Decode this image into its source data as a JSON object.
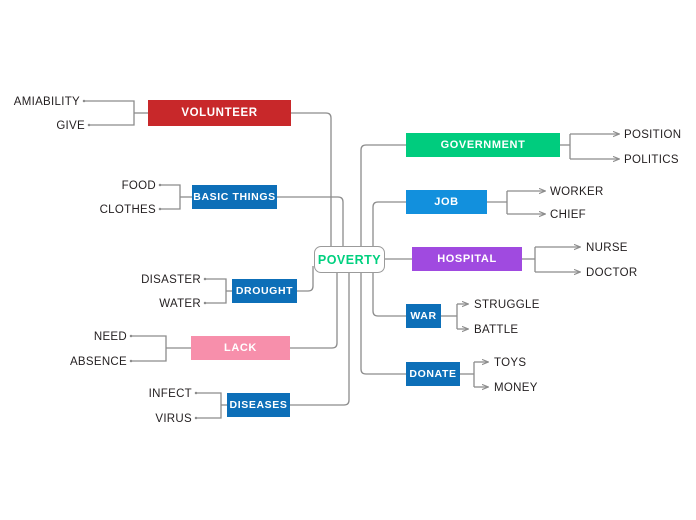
{
  "diagram": {
    "type": "mind-map",
    "center": {
      "label": "POVERTY",
      "text_color": "#00d07f",
      "fill": "#ffffff",
      "border_color": "#9b9b9b"
    },
    "connector_color": "#8c8c8c",
    "left_branches": [
      {
        "label": "VOLUNTEER",
        "fill": "#c8282a",
        "text_color": "#ffffff",
        "leaves": [
          "AMIABILITY",
          "GIVE"
        ]
      },
      {
        "label": "BASIC THINGS",
        "fill": "#0d6fb8",
        "text_color": "#ffffff",
        "leaves": [
          "FOOD",
          "CLOTHES"
        ]
      },
      {
        "label": "DROUGHT",
        "fill": "#0d6fb8",
        "text_color": "#ffffff",
        "leaves": [
          "DISASTER",
          "WATER"
        ]
      },
      {
        "label": "LACK",
        "fill": "#f78fab",
        "text_color": "#ffffff",
        "leaves": [
          "NEED",
          "ABSENCE"
        ]
      },
      {
        "label": "DISEASES",
        "fill": "#0d6fb8",
        "text_color": "#ffffff",
        "leaves": [
          "INFECT",
          "VIRUS"
        ]
      }
    ],
    "right_branches": [
      {
        "label": "GOVERNMENT",
        "fill": "#00cc7e",
        "text_color": "#ffffff",
        "leaves": [
          "POSITION",
          "POLITICS"
        ]
      },
      {
        "label": "JOB",
        "fill": "#1290dd",
        "text_color": "#ffffff",
        "leaves": [
          "WORKER",
          "CHIEF"
        ]
      },
      {
        "label": "HOSPITAL",
        "fill": "#a04ae0",
        "text_color": "#ffffff",
        "leaves": [
          "NURSE",
          "DOCTOR"
        ]
      },
      {
        "label": "WAR",
        "fill": "#0d6fb8",
        "text_color": "#ffffff",
        "leaves": [
          "STRUGGLE",
          "BATTLE"
        ]
      },
      {
        "label": "DONATE",
        "fill": "#0d6fb8",
        "text_color": "#ffffff",
        "leaves": [
          "TOYS",
          "MONEY"
        ]
      }
    ]
  }
}
